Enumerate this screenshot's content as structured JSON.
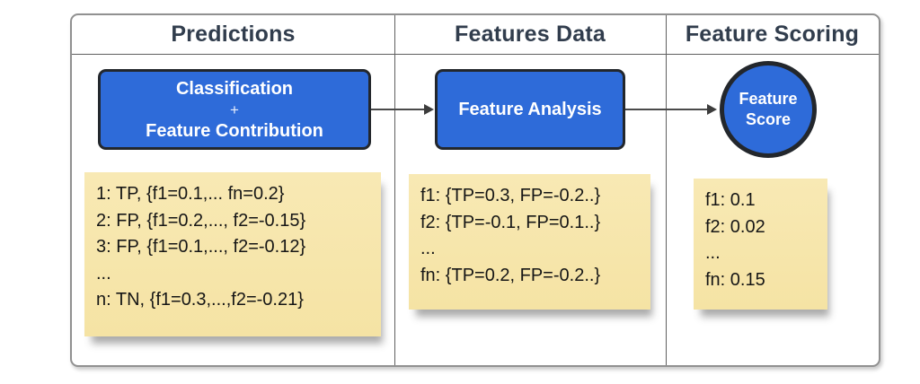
{
  "diagram": {
    "columns": [
      {
        "header": "Predictions",
        "node": {
          "shape": "rounded-rectangle",
          "lines": [
            "Classification",
            "+",
            "Feature Contribution"
          ]
        },
        "note": {
          "lines": [
            "1: TP, {f1=0.1,... fn=0.2}",
            "2: FP, {f1=0.2,..., f2=-0.15}",
            "3: FP, {f1=0.1,..., f2=-0.12}",
            "...",
            "n: TN, {f1=0.3,...,f2=-0.21}"
          ]
        }
      },
      {
        "header": "Features Data",
        "node": {
          "shape": "rounded-rectangle",
          "lines": [
            "Feature Analysis"
          ]
        },
        "note": {
          "lines": [
            "f1: {TP=0.3, FP=-0.2..}",
            "f2: {TP=-0.1, FP=0.1..}",
            "...",
            "fn: {TP=0.2, FP=-0.2..}"
          ]
        }
      },
      {
        "header": "Feature Scoring",
        "node": {
          "shape": "circle",
          "lines": [
            "Feature",
            "Score"
          ]
        },
        "note": {
          "lines": [
            "f1: 0.1",
            "f2: 0.02",
            "...",
            "fn: 0.15"
          ]
        }
      }
    ],
    "colors": {
      "node_fill": "#2E6BD9",
      "node_border": "#23272C",
      "note_fill": "#F7E7AE",
      "header_text": "#313D4D",
      "divider": "#5F5F5F",
      "arrow": "#4A4A4A"
    }
  }
}
